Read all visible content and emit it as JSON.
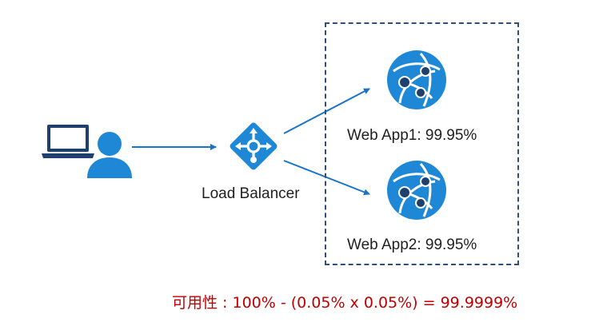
{
  "load_balancer": {
    "label": "Load Balancer"
  },
  "web_apps": [
    {
      "label": "Web App1: 99.95%"
    },
    {
      "label": "Web App2: 99.95%"
    }
  ],
  "formula": {
    "text": "可用性 : 100% - (0.05% x 0.05%) = 99.9999%"
  },
  "colors": {
    "azure_blue": "#1e88d6",
    "dark_navy": "#1f3f6e",
    "arrow_blue": "#1774c6",
    "formula_red": "#c00000",
    "box_border": "#2f4f7a"
  },
  "icons": [
    "laptop-icon",
    "user-icon",
    "load-balancer-icon",
    "web-app-icon"
  ]
}
